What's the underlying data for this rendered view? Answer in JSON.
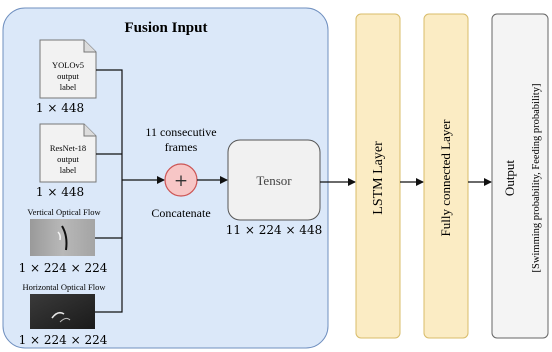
{
  "fusion_panel": {
    "title": "Fusion Input"
  },
  "inputs": {
    "yolo": {
      "doc_lines": [
        "YOLOv5",
        "output",
        "label"
      ],
      "dim": "1 × 448"
    },
    "resnet": {
      "doc_lines": [
        "ResNet-18",
        "output",
        "label"
      ],
      "dim": "1 × 448"
    },
    "vertical_flow": {
      "label": "Vertical Optical Flow",
      "dim": "1 × 224 × 224"
    },
    "horizontal_flow": {
      "label": "Horizontal Optical Flow",
      "dim": "1 × 224 × 224"
    }
  },
  "concat": {
    "symbol": "+",
    "label": "Concatenate",
    "frames_line1": "11 consecutive",
    "frames_line2": "frames"
  },
  "tensor": {
    "label": "Tensor",
    "dim": "11 × 224 × 448"
  },
  "layers": {
    "lstm": "LSTM Layer",
    "fc": "Fully connected Layer"
  },
  "output": {
    "title": "Output",
    "detail": "[Swimming probability, Feeding probability]"
  },
  "colors": {
    "panel_fill": "#dbe8f9",
    "panel_stroke": "#6f8fbf",
    "layer_fill": "#fbecc4",
    "layer_stroke": "#d8bc6a",
    "concat_fill": "#f7c6c6",
    "concat_stroke": "#cc5555",
    "tensor_fill": "#f1f1f1"
  }
}
